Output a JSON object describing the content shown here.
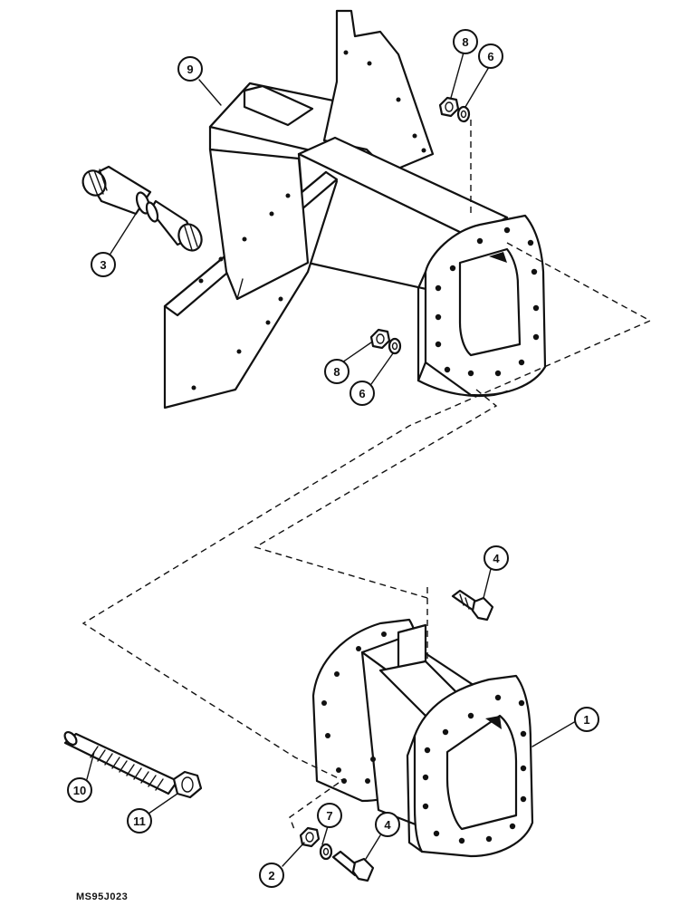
{
  "diagram": {
    "drawing_code": "MS95J023",
    "callouts": [
      {
        "id": "9",
        "label": "9"
      },
      {
        "id": "8-top",
        "label": "8"
      },
      {
        "id": "6-top",
        "label": "6"
      },
      {
        "id": "3",
        "label": "3"
      },
      {
        "id": "8-mid",
        "label": "8"
      },
      {
        "id": "6-mid",
        "label": "6"
      },
      {
        "id": "4-top",
        "label": "4"
      },
      {
        "id": "1",
        "label": "1"
      },
      {
        "id": "10",
        "label": "10"
      },
      {
        "id": "11",
        "label": "11"
      },
      {
        "id": "7",
        "label": "7"
      },
      {
        "id": "2",
        "label": "2"
      },
      {
        "id": "4-bot",
        "label": "4"
      }
    ]
  }
}
